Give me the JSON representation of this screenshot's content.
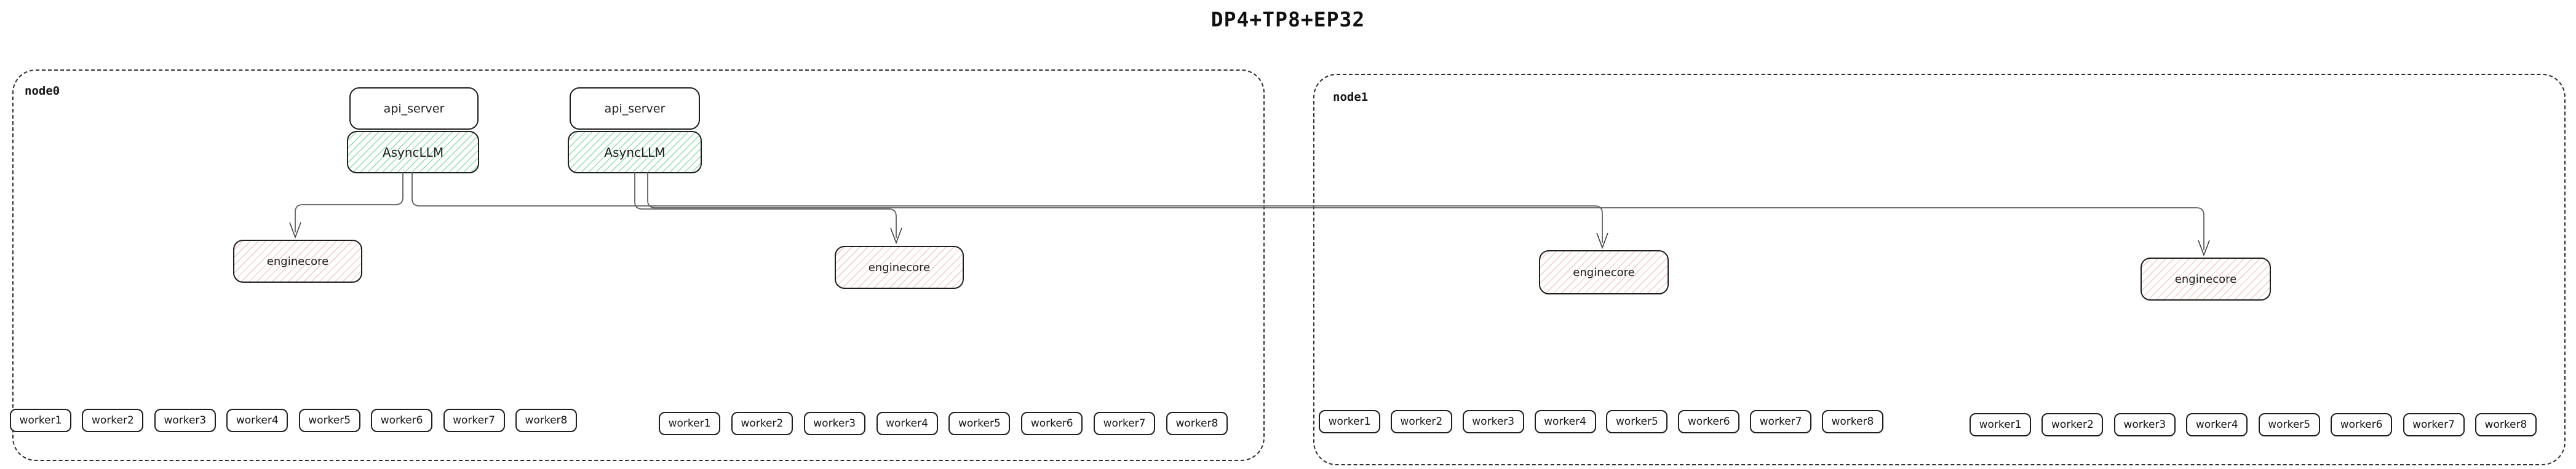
{
  "title": "DP4+TP8+EP32",
  "colors": {
    "box_border": "#1e1e1e",
    "node_border": "#2e2e2e",
    "green_hatch": "#6fd38c",
    "red_hatch": "#eb9a94",
    "edge_line": "#5f5f5f",
    "arrowhead": "#3f3f3f"
  },
  "nodes": [
    {
      "label": "node0",
      "pairs": [
        {
          "api": "api_server",
          "llm": "AsyncLLM"
        },
        {
          "api": "api_server",
          "llm": "AsyncLLM"
        }
      ],
      "enginecores": [
        "enginecore",
        "enginecore"
      ],
      "worker_groups": [
        [
          "worker1",
          "worker2",
          "worker3",
          "worker4",
          "worker5",
          "worker6",
          "worker7",
          "worker8"
        ],
        [
          "worker1",
          "worker2",
          "worker3",
          "worker4",
          "worker5",
          "worker6",
          "worker7",
          "worker8"
        ]
      ]
    },
    {
      "label": "node1",
      "enginecores": [
        "enginecore",
        "enginecore"
      ],
      "worker_groups": [
        [
          "worker1",
          "worker2",
          "worker3",
          "worker4",
          "worker5",
          "worker6",
          "worker7",
          "worker8"
        ],
        [
          "worker1",
          "worker2",
          "worker3",
          "worker4",
          "worker5",
          "worker6",
          "worker7",
          "worker8"
        ]
      ]
    }
  ]
}
